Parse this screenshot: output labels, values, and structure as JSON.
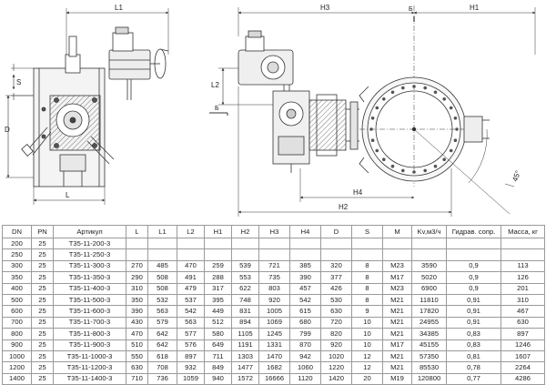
{
  "drawing": {
    "left_view": {
      "L1": "L1",
      "S": "S",
      "D": "D",
      "L": "L"
    },
    "right_view": {
      "H3": "H3",
      "B_top": "Б",
      "H1": "H1",
      "L2": "L2",
      "B_left": "Б",
      "H4": "H4",
      "H2": "H2",
      "angle": "45°"
    }
  },
  "table": {
    "headers": [
      "DN",
      "PN",
      "Артикул",
      "L",
      "L1",
      "L2",
      "H1",
      "H2",
      "H3",
      "H4",
      "D",
      "S",
      "M",
      "Kv,м3/ч",
      "Гидрав. сопр.",
      "Масса, кг"
    ],
    "rows": [
      [
        "200",
        "25",
        "Т35-11-200-3",
        "",
        "",
        "",
        "",
        "",
        "",
        "",
        "",
        "",
        "",
        "",
        "",
        ""
      ],
      [
        "250",
        "25",
        "Т35-11-250-3",
        "",
        "",
        "",
        "",
        "",
        "",
        "",
        "",
        "",
        "",
        "",
        "",
        ""
      ],
      [
        "300",
        "25",
        "Т35-11-300-3",
        "270",
        "485",
        "470",
        "259",
        "539",
        "721",
        "385",
        "320",
        "8",
        "M23",
        "3590",
        "0,9",
        "113"
      ],
      [
        "350",
        "25",
        "Т35-11-350-3",
        "290",
        "508",
        "491",
        "288",
        "553",
        "735",
        "390",
        "377",
        "8",
        "M17",
        "5020",
        "0,9",
        "126"
      ],
      [
        "400",
        "25",
        "Т35-11-400-3",
        "310",
        "508",
        "479",
        "317",
        "622",
        "803",
        "457",
        "426",
        "8",
        "M23",
        "6900",
        "0,9",
        "201"
      ],
      [
        "500",
        "25",
        "Т35-11-500-3",
        "350",
        "532",
        "537",
        "395",
        "748",
        "920",
        "542",
        "530",
        "8",
        "M21",
        "11810",
        "0,91",
        "310"
      ],
      [
        "600",
        "25",
        "Т35-11-600-3",
        "390",
        "563",
        "542",
        "449",
        "831",
        "1005",
        "615",
        "630",
        "9",
        "M21",
        "17820",
        "0,91",
        "467"
      ],
      [
        "700",
        "25",
        "Т35-11-700-3",
        "430",
        "579",
        "563",
        "512",
        "894",
        "1069",
        "680",
        "720",
        "10",
        "M21",
        "24955",
        "0,91",
        "630"
      ],
      [
        "800",
        "25",
        "Т35-11-800-3",
        "470",
        "642",
        "577",
        "580",
        "1105",
        "1245",
        "799",
        "820",
        "10",
        "M21",
        "34385",
        "0,83",
        "897"
      ],
      [
        "900",
        "25",
        "Т35-11-900-3",
        "510",
        "642",
        "576",
        "649",
        "1191",
        "1331",
        "870",
        "920",
        "10",
        "M17",
        "45155",
        "0,83",
        "1246"
      ],
      [
        "1000",
        "25",
        "Т35-11-1000-3",
        "550",
        "618",
        "897",
        "711",
        "1303",
        "1470",
        "942",
        "1020",
        "12",
        "M21",
        "57350",
        "0,81",
        "1607"
      ],
      [
        "1200",
        "25",
        "Т35-11-1200-3",
        "630",
        "708",
        "932",
        "849",
        "1477",
        "1682",
        "1060",
        "1220",
        "12",
        "M21",
        "85530",
        "0,78",
        "2264"
      ],
      [
        "1400",
        "25",
        "Т35-11-1400-3",
        "710",
        "736",
        "1059",
        "940",
        "1572",
        "16666",
        "1120",
        "1420",
        "20",
        "M19",
        "120800",
        "0,77",
        "4286"
      ]
    ]
  }
}
